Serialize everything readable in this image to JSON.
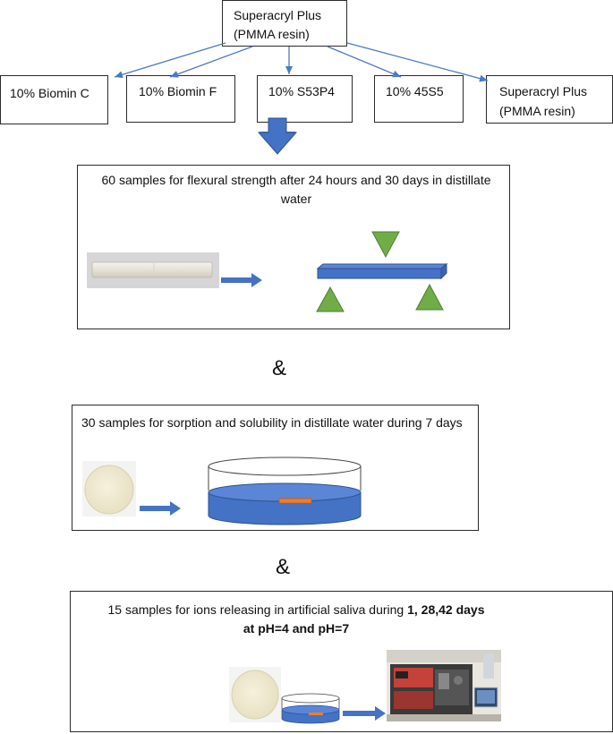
{
  "root": {
    "line1": "Superacryl Plus",
    "line2": "(PMMA resin)"
  },
  "groups": [
    {
      "label": "10% Biomin C"
    },
    {
      "label": "10% Biomin F"
    },
    {
      "label": "10% S53P4"
    },
    {
      "label": "10% 45S5"
    },
    {
      "line1": "Superacryl Plus",
      "line2": "(PMMA resin)"
    }
  ],
  "flexural": {
    "text": "60 samples for flexural strength after 24 hours and 30 days in distillate water"
  },
  "connector_1": "&",
  "sorption": {
    "text": "30 samples for sorption and solubility in distillate water during 7 days"
  },
  "connector_2": "&",
  "ions": {
    "text_plain": "15 samples for ions releasing in artificial saliva during ",
    "text_bold_1": "1, 28,42 days",
    "text_bold_2": "at pH=4 and pH=7"
  },
  "colors": {
    "arrow_blue": "#4472c4",
    "support_green": "#70ad47",
    "saliva_orange": "#ed7d31",
    "specimen_cream": "#efe9d4"
  }
}
